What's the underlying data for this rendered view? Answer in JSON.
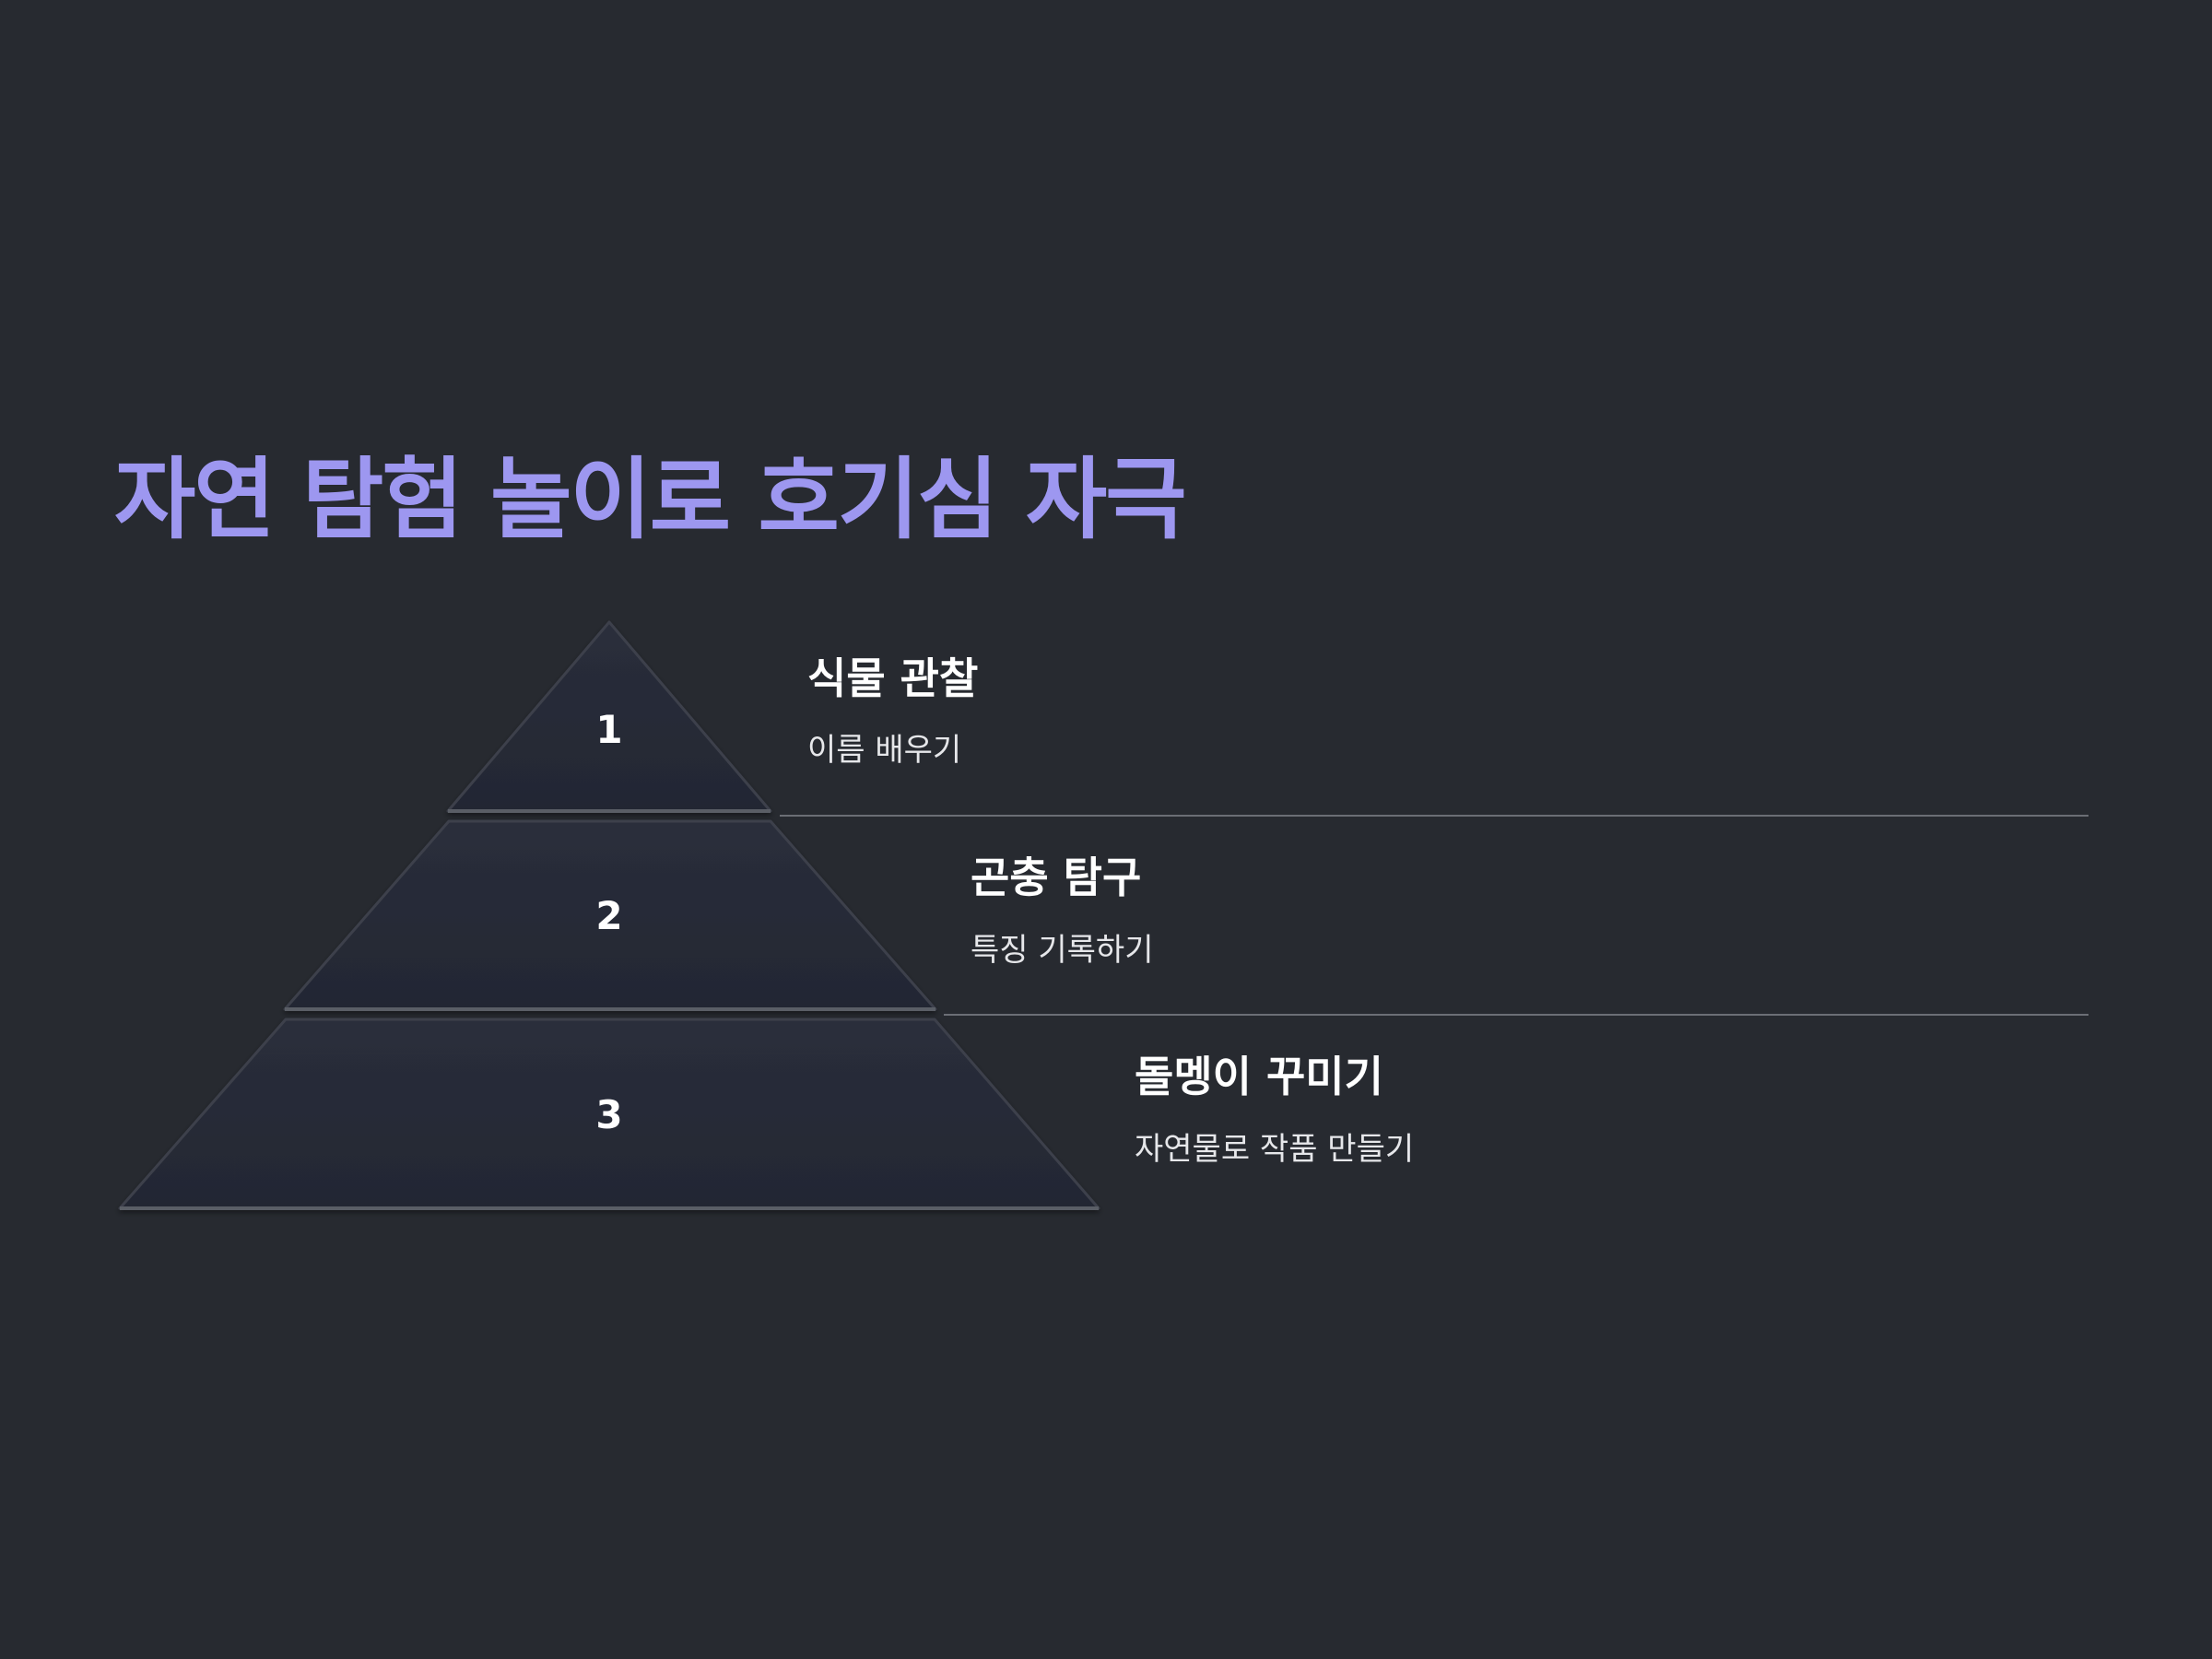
{
  "slide": {
    "title": "자연 탐험 놀이로 호기심 자극",
    "title_color": "#9d97f0",
    "background": "#272a30"
  },
  "pyramid": {
    "fill_color": "#262a36",
    "levels": [
      {
        "number": "1",
        "heading": "식물 관찰",
        "description": "이름 배우기"
      },
      {
        "number": "2",
        "heading": "곤충 탐구",
        "description": "특징 기록하기"
      },
      {
        "number": "3",
        "heading": "돌멩이 꾸미기",
        "description": "자연물로 작품 만들기"
      }
    ]
  }
}
